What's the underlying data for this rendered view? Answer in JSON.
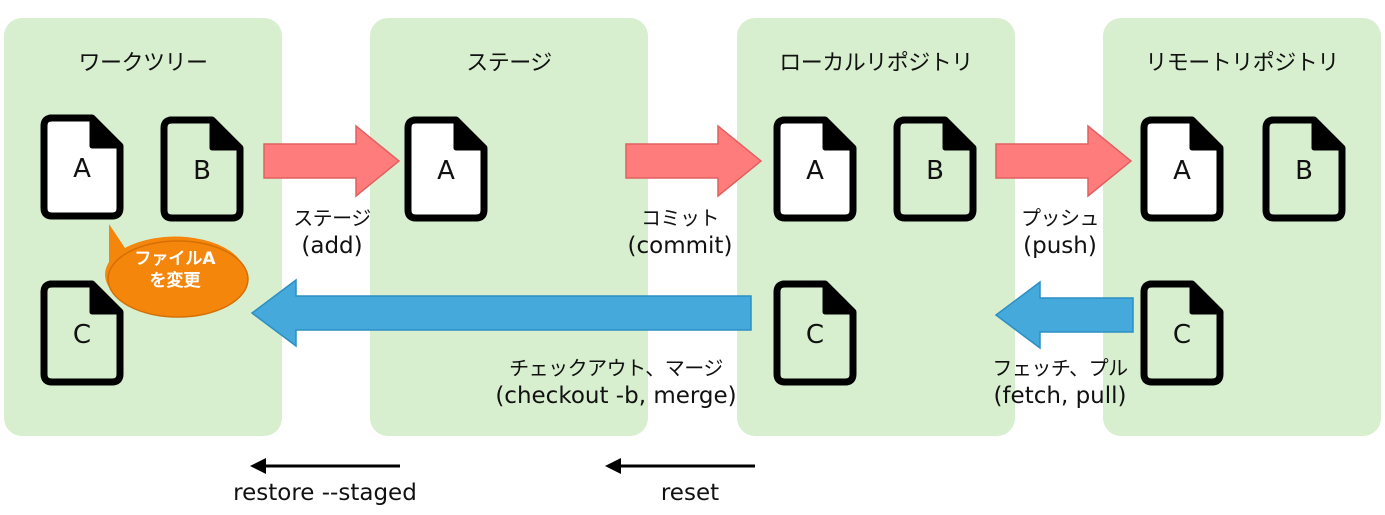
{
  "colors": {
    "panel": "#d8efcf",
    "forward_arrow": "#ff7c7c",
    "backward_arrow": "#46a9dc",
    "bubble": "#f5860c"
  },
  "panels": [
    {
      "title": "ワークツリー"
    },
    {
      "title": "ステージ"
    },
    {
      "title": "ローカルリポジトリ"
    },
    {
      "title": "リモートリポジトリ"
    }
  ],
  "files": {
    "work_a": "A",
    "work_b": "B",
    "work_c": "C",
    "stage_a": "A",
    "local_a": "A",
    "local_b": "B",
    "local_c": "C",
    "remote_a": "A",
    "remote_b": "B",
    "remote_c": "C"
  },
  "bubble": {
    "line1": "ファイルA",
    "line2": "を変更",
    "icon": "callout-bubble"
  },
  "arrows": {
    "add": {
      "jp": "ステージ",
      "en": "(add)"
    },
    "commit": {
      "jp": "コミット",
      "en": "(commit)"
    },
    "push": {
      "jp": "プッシュ",
      "en": "(push)"
    },
    "checkout": {
      "jp": "チェックアウト、マージ",
      "en": "(checkout -b, merge)"
    },
    "fetch": {
      "jp": "フェッチ、プル",
      "en": "(fetch, pull)"
    }
  },
  "commands": {
    "restore": "restore --staged",
    "reset": "reset"
  }
}
